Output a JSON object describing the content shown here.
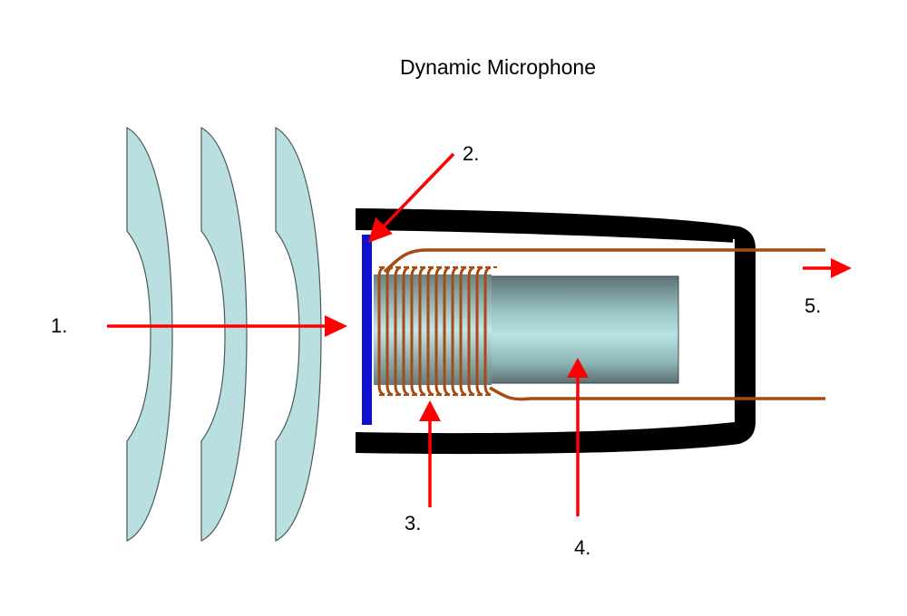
{
  "title": "Dynamic Microphone",
  "labels": {
    "sound_waves": "1.",
    "diaphragm": "2.",
    "voice_coil": "3.",
    "magnet": "4.",
    "output": "5."
  },
  "parts": [
    {
      "id": "sound-waves",
      "callout": "1."
    },
    {
      "id": "diaphragm",
      "callout": "2."
    },
    {
      "id": "voice-coil",
      "callout": "3."
    },
    {
      "id": "magnet",
      "callout": "4."
    },
    {
      "id": "output-signal",
      "callout": "5."
    }
  ],
  "colors": {
    "wave_fill": "#b9dfe0",
    "wave_stroke": "#4a5a5a",
    "arrow": "#ff0000",
    "housing": "#000000",
    "diaphragm": "#1010d0",
    "coil_wire": "#a64b12",
    "magnet_light": "#b8e2e4",
    "magnet_dark": "#5d7274"
  },
  "coil_turns": 14
}
